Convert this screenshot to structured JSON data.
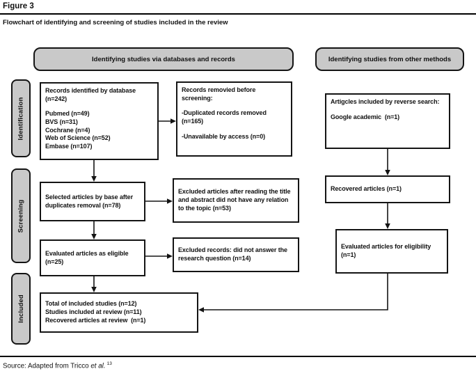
{
  "figure": {
    "label": "Figure 3",
    "caption": "Flowchart of identifying and screening of studies included in the review",
    "source": {
      "prefix": "Source: Adapted from Tricco ",
      "etal": "et al.",
      "ref": "13"
    }
  },
  "headers": {
    "databases": "Identifying studies via databases and records",
    "other_methods": "Identifying studies from other methods"
  },
  "stages": {
    "identification": "Identification",
    "screening": "Screening",
    "included": "Included"
  },
  "boxes": {
    "records_identified": {
      "title": "Records identified by database (n=242)",
      "items": [
        "Pubmed (n=49)",
        "BVS (n=31)",
        "Cochrane (n=4)",
        "Web of Science (n=52)",
        "Embase (n=107)"
      ]
    },
    "records_removed": {
      "title": "Records removied before screening:",
      "items": [
        "-Duplicated records removed (n=165)",
        "-Unavailable by access (n=0)"
      ]
    },
    "selected_articles": {
      "text": "Selected articles by base after duplicates removal (n=78)"
    },
    "excluded_title_abstract": {
      "text": "Excluded articles after reading the title and abstract did not have any relation to the topic (n=53)"
    },
    "evaluated_eligible": {
      "text": "Evaluated articles as eligible (n=25)"
    },
    "excluded_records": {
      "text": "Excluded records: did not answer the research question (n=14)"
    },
    "reverse_search": {
      "title": "Artigcles included by reverse search:",
      "items": [
        "Google academic  (n=1)"
      ]
    },
    "recovered_articles": {
      "text": "Recovered articles (n=1)"
    },
    "evaluated_eligibility": {
      "text": "Evaluated articles for eligibility (n=1)"
    },
    "included_total": {
      "lines": [
        "Total of included studies (n=12)",
        "Studies included at review (n=11)",
        "Recovered articles at review  (n=1)"
      ]
    }
  },
  "colors": {
    "header_fill": "#c9c9c9",
    "border": "#141414"
  }
}
